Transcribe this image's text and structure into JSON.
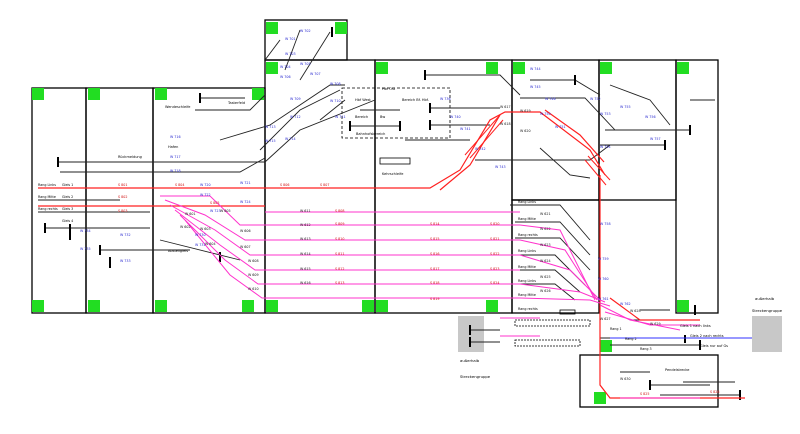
{
  "colors": {
    "outline": "#000000",
    "track": "#222222",
    "route_red": "#ff2020",
    "route_pink": "#ff33cc",
    "label_blue": "#2a2ad0",
    "label_red": "#d01010",
    "label_pink": "#d020b0",
    "corner_green": "#22dd22",
    "zone_grey": "#c8c8c8",
    "blue_line": "#3030ff"
  },
  "rooms": {
    "wendeschleife": "Wendeschleife",
    "ruckmeldung": "Rückmeldung",
    "tasterfeld": "Tasterfeld",
    "abstell": "Abstellgleis",
    "hafen": "Hafen",
    "bereich": "Bereich Bf. Hbf.",
    "hbf_west": "Hbf West",
    "hbf_ost": "Hbf Ost",
    "bereich2": "Bereich",
    "bw": "Bw",
    "bahnhofsbereich": "Bahnhofsbereich",
    "kehrschleife": "Kehrschleife",
    "pendel": "Pendelstrecke",
    "ausserhalb_right": "außerhalb",
    "ausserhalb_left": "außerhalb",
    "streckengruppe_right": "Streckengruppe",
    "streckengruppe_left": "Streckengruppe"
  },
  "gleis": {
    "g1": "Gleis 1 nach links",
    "g2": "Gleis 2 nach rechts",
    "g3": "Gleis nur auf Gs"
  },
  "track_labels": {
    "left": [
      "Rang Links",
      "Rang Mitte",
      "Rang rechts",
      "Gleis 1",
      "Gleis 2",
      "Gleis 3",
      "Gleis 4"
    ],
    "right": [
      "Rang Links",
      "Rang Mitte",
      "Rang rechts",
      "Rang Links",
      "Rang Mitte",
      "Rang Links",
      "Rang Mitte",
      "Rang rechts"
    ],
    "bottom": [
      "Rang 1",
      "Rang 2",
      "Rang 3"
    ]
  },
  "blue_labels": [
    "W 701",
    "W 702",
    "W 703",
    "W 704",
    "W 705",
    "W 706",
    "W 707",
    "W 708",
    "W 709",
    "W 710",
    "W 711",
    "W 712",
    "W 713",
    "W 714",
    "W 715",
    "W 716",
    "W 717",
    "W 718",
    "W 720",
    "W 721",
    "W 722",
    "W 723",
    "W 724",
    "W 730",
    "W 731",
    "W 732",
    "W 733",
    "W 734",
    "W 735",
    "W 736",
    "W 740",
    "W 741",
    "W 742",
    "W 743",
    "W 744",
    "W 745",
    "W 746",
    "W 750",
    "W 751",
    "W 752",
    "W 753",
    "W 754",
    "W 755",
    "W 756",
    "W 757",
    "W 758",
    "W 759",
    "W 760",
    "W 761",
    "W 762"
  ],
  "red_labels": [
    "S 801",
    "S 802",
    "S 803",
    "S 804",
    "S 805",
    "S 806",
    "S 807",
    "S 808",
    "S 809",
    "S 810",
    "S 811",
    "S 812",
    "S 813",
    "S 814",
    "S 815",
    "S 816",
    "S 817",
    "S 818",
    "S 819",
    "S 820",
    "S 821",
    "S 822",
    "S 823",
    "S 824",
    "S 825",
    "S 826"
  ],
  "black_labels": [
    "W 601",
    "W 602",
    "W 603",
    "W 604",
    "W 605",
    "W 606",
    "W 607",
    "W 608",
    "W 609",
    "W 610",
    "W 611",
    "W 612",
    "W 613",
    "W 614",
    "W 615",
    "W 616",
    "W 617",
    "W 618",
    "W 619",
    "W 620",
    "W 621",
    "W 622",
    "W 623",
    "W 624",
    "W 625",
    "W 626",
    "W 627",
    "W 628",
    "W 629",
    "W 630"
  ]
}
